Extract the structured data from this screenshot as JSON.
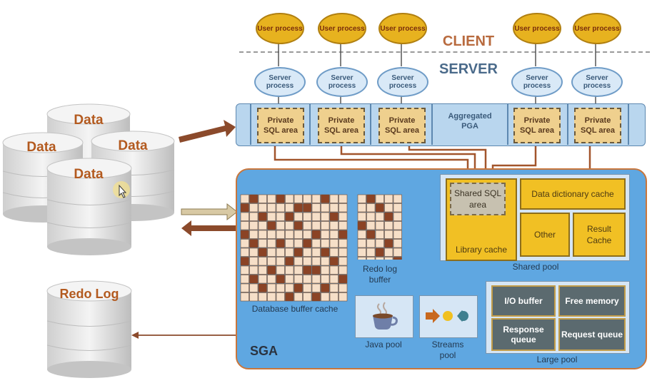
{
  "labels": {
    "client": "CLIENT",
    "server": "SERVER",
    "sga": "SGA",
    "user_process": "User process",
    "server_process": "Server process",
    "private_sql_area": "Private SQL area",
    "aggregated_pga": "Aggregated PGA",
    "shared_sql_area": "Shared SQL area",
    "library_cache": "Library cache",
    "data_dictionary_cache": "Data dictionary cache",
    "other": "Other",
    "result_cache": "Result Cache",
    "shared_pool": "Shared pool",
    "database_buffer_cache": "Database buffer cache",
    "redo_log_buffer": "Redo log buffer",
    "java_pool": "Java pool",
    "streams_pool": "Streams pool",
    "io_buffer": "I/O buffer",
    "free_memory": "Free memory",
    "response_queue": "Response queue",
    "request_queue": "Request queue",
    "large_pool": "Large pool",
    "data": "Data",
    "redo_log": "Redo Log"
  },
  "colors": {
    "user_process_fill": "#e7b21f",
    "server_process_fill": "#d9e9f7",
    "pga_fill": "#b9d6ee",
    "private_sql_fill": "#efd08e",
    "sga_fill": "#5fa7e1",
    "sga_border": "#c9763b",
    "pool_yellow": "#f1c024",
    "large_pool_gray": "#5b6a6f",
    "arrow_brown": "#8b4a2b",
    "cache_cell": "#f6dfc8",
    "cache_cell_used": "#8b4325",
    "cylinder_top": "#f4f4f4",
    "data_text": "#b35a1f"
  },
  "database_buffer_cache_used_cells": [
    [
      0,
      1
    ],
    [
      0,
      4
    ],
    [
      0,
      9
    ],
    [
      1,
      0
    ],
    [
      1,
      6
    ],
    [
      1,
      7
    ],
    [
      2,
      2
    ],
    [
      2,
      5
    ],
    [
      2,
      10
    ],
    [
      3,
      3
    ],
    [
      3,
      6
    ],
    [
      4,
      0
    ],
    [
      4,
      8
    ],
    [
      4,
      11
    ],
    [
      5,
      1
    ],
    [
      5,
      4
    ],
    [
      5,
      7
    ],
    [
      6,
      2
    ],
    [
      6,
      6
    ],
    [
      6,
      9
    ],
    [
      7,
      0
    ],
    [
      7,
      5
    ],
    [
      7,
      10
    ],
    [
      8,
      3
    ],
    [
      8,
      7
    ],
    [
      8,
      8
    ],
    [
      9,
      1
    ],
    [
      9,
      4
    ],
    [
      9,
      11
    ],
    [
      10,
      2
    ],
    [
      10,
      6
    ],
    [
      10,
      9
    ],
    [
      11,
      5
    ],
    [
      11,
      8
    ]
  ],
  "redo_log_buffer_used_cells": [
    [
      0,
      1
    ],
    [
      1,
      2
    ],
    [
      2,
      3
    ],
    [
      3,
      0
    ],
    [
      4,
      1
    ],
    [
      5,
      3
    ],
    [
      6,
      2
    ],
    [
      7,
      4
    ],
    [
      8,
      0
    ],
    [
      9,
      2
    ]
  ]
}
